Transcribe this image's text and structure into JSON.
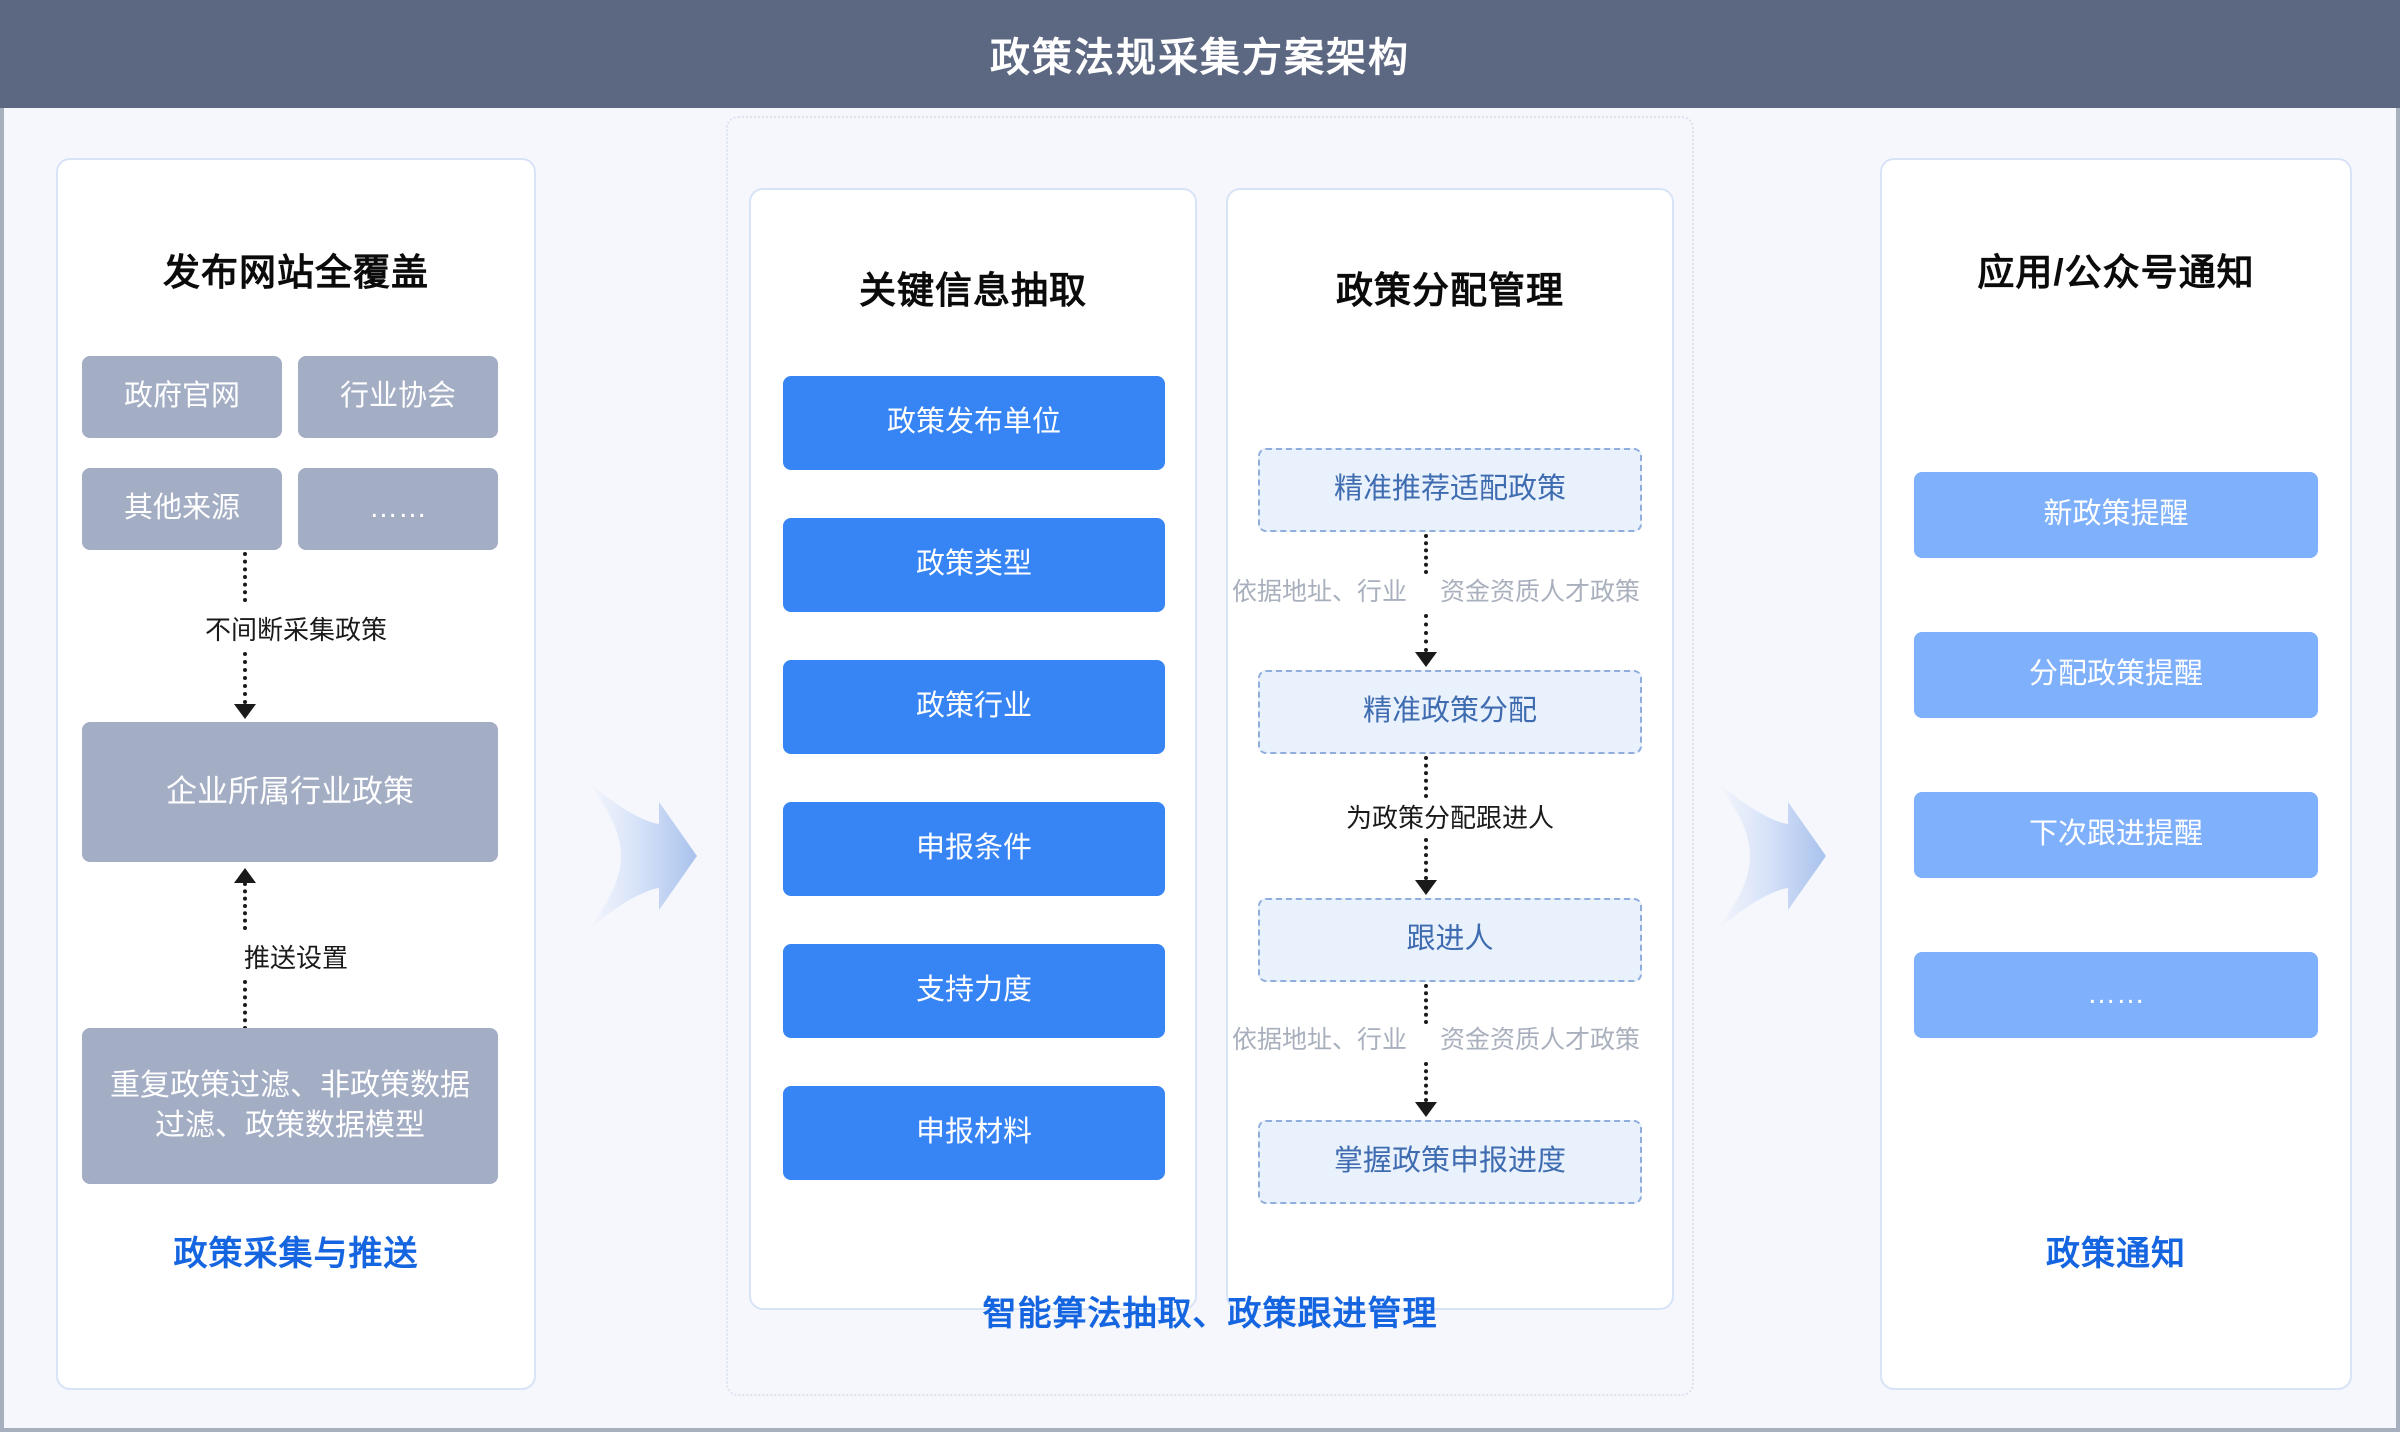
{
  "header": {
    "title": "政策法规采集方案架构"
  },
  "columns": [
    {
      "id": "collect",
      "title": "发布网站全覆盖",
      "sources": [
        "政府官网",
        "行业协会",
        "其他来源",
        "……"
      ],
      "flow": {
        "label_top": "不间断采集政策",
        "node_main": "企业所属行业政策",
        "label_bottom": "推送设置",
        "node_bottom": "重复政策过滤、非政策数据过滤、政策数据模型"
      },
      "footer": "政策采集与推送"
    },
    {
      "id": "extract",
      "title": "关键信息抽取",
      "items": [
        "政策发布单位",
        "政策类型",
        "政策行业",
        "申报条件",
        "支持力度",
        "申报材料"
      ]
    },
    {
      "id": "assign",
      "title": "政策分配管理",
      "nodes": [
        "精准推荐适配政策",
        "精准政策分配",
        "跟进人",
        "掌握政策申报进度"
      ],
      "edge_labels": [
        {
          "left": "依据地址、行业",
          "right": "资金资质人才政策"
        },
        {
          "center": "为政策分配跟进人"
        },
        {
          "left": "依据地址、行业",
          "right": "资金资质人才政策"
        }
      ]
    },
    {
      "id": "notify",
      "title": "应用/公众号通知",
      "items": [
        "新政策提醒",
        "分配政策提醒",
        "下次跟进提醒",
        "……"
      ],
      "footer": "政策通知"
    }
  ],
  "middle_footer": "智能算法抽取、政策跟进管理",
  "icons": {
    "arrow_1": "right-arrow-icon",
    "arrow_2": "right-arrow-icon"
  },
  "colors": {
    "header_bg": "#5C6781",
    "page_bg": "#F5F7FC",
    "accent_blue": "#3784F5",
    "light_blue": "#7FB0FB",
    "gray_box": "#A3ADC4",
    "dashed_fill": "#E9F1FD",
    "dashed_border": "#8FAEDC",
    "caption_blue": "#1565E0"
  }
}
